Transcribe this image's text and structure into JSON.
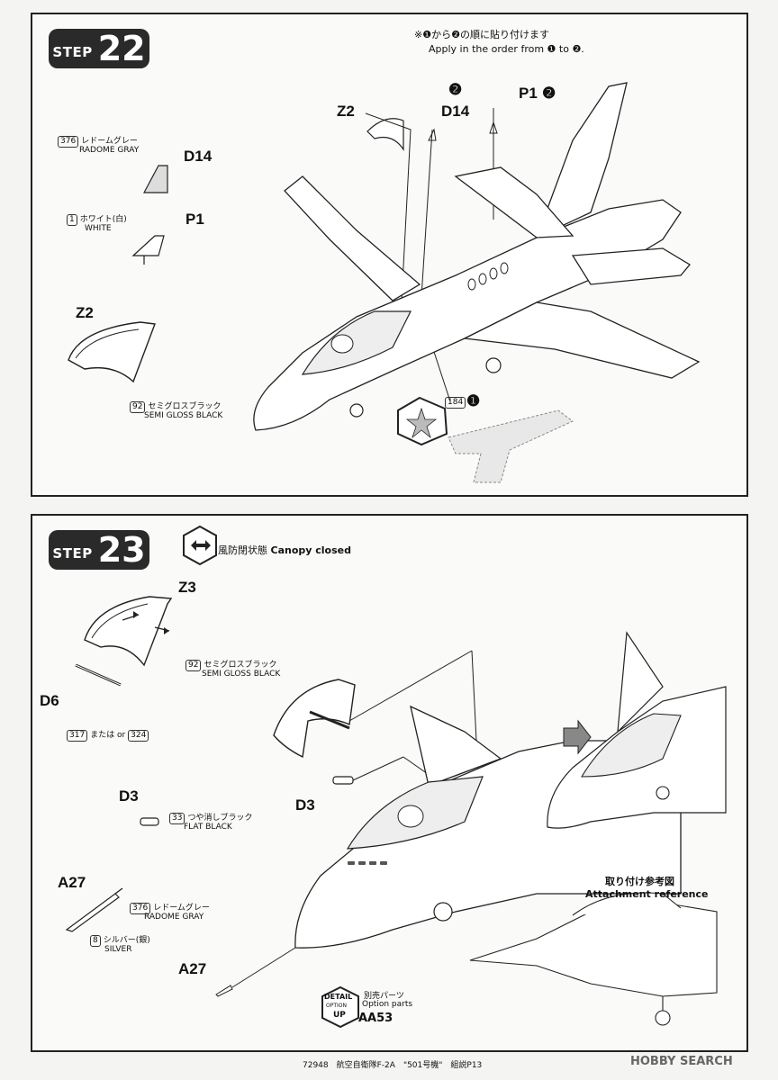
{
  "step22": {
    "step_word": "STEP",
    "step_number": "22",
    "order_note_jp": "※❶から❷の順に貼り付けます",
    "order_note_en": "Apply in the order from ❶ to ❷.",
    "parts": {
      "d14": {
        "code": "D14",
        "paint_no": "376",
        "paint_jp": "レドームグレー",
        "paint_en": "RADOME GRAY"
      },
      "p1": {
        "code": "P1",
        "paint_no": "1",
        "paint_jp": "ホワイト(白)",
        "paint_en": "WHITE"
      },
      "z2": {
        "code": "Z2",
        "paint_no": "92",
        "paint_jp": "セミグロスブラック",
        "paint_en": "SEMI GLOSS BLACK"
      }
    },
    "callouts": {
      "z2": "Z2",
      "d14": "D14",
      "d14_order": "❷",
      "p1": "P1",
      "p1_order": "❷",
      "decal_no": "184",
      "decal_order": "❶"
    }
  },
  "step23": {
    "step_word": "STEP",
    "step_number": "23",
    "canopy_note_jp": "風防閉状態",
    "canopy_note_en": "Canopy closed",
    "parts": {
      "z3": {
        "code": "Z3",
        "paint_no": "92",
        "paint_jp": "セミグロスブラック",
        "paint_en": "SEMI GLOSS BLACK"
      },
      "d6": {
        "code": "D6",
        "paint_no": "317",
        "paint_or": "または or",
        "paint_no_alt": "324"
      },
      "d3": {
        "code": "D3",
        "paint_no": "33",
        "paint_jp": "つや消しブラック",
        "paint_en": "FLAT BLACK"
      },
      "a27": {
        "code": "A27",
        "paint_no": "376",
        "paint_jp": "レドームグレー",
        "paint_en": "RADOME GRAY",
        "paint_no2": "8",
        "paint_jp2": "シルバー(銀)",
        "paint_en2": "SILVER"
      }
    },
    "callouts": {
      "d3": "D3",
      "a27": "A27"
    },
    "reference_jp": "取り付け参考図",
    "reference_en": "Attachment reference",
    "option": {
      "badge_top": "DETAIL",
      "badge_mid": "OPTION",
      "badge_bottom": "UP",
      "label_jp": "別売パーツ",
      "label_en": "Option parts",
      "code": "AA53"
    }
  },
  "footer": {
    "text": "72948　航空自衛隊F-2A　\"501号機\"　組説P13",
    "watermark": "HOBBY SEARCH"
  }
}
